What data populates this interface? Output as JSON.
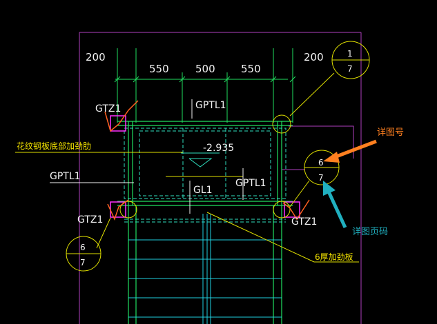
{
  "dimensions": {
    "left_offset": "200",
    "right_offset": "200",
    "seg_1": "550",
    "seg_2": "500",
    "seg_3": "550"
  },
  "labels": {
    "gtz1_top_left": "GTZ1",
    "gptl1_top": "GPTL1",
    "checker_plate_note": "花纹钢板底部加劲肋",
    "elevation": "-2.935",
    "gptl1_left": "GPTL1",
    "gl1": "GL1",
    "gptl1_right": "GPTL1",
    "gtz1_bottom_left": "GTZ1",
    "gtz1_bottom_right": "GTZ1",
    "stiffener_note": "6厚加劲板"
  },
  "callouts": {
    "top_right": {
      "num": "1",
      "page": "7"
    },
    "mid_right": {
      "num": "6",
      "page": "7"
    },
    "bottom_left": {
      "num": "6",
      "page": "7"
    }
  },
  "annotations": {
    "detail_no": "详图号",
    "detail_page": "详图页码"
  },
  "colors": {
    "background": "#000000",
    "magenta_outline": "#b040c0",
    "steel_green": "#20e060",
    "dashed_cyan": "#30e0c0",
    "yellow_leader": "#e0e000",
    "annotation_orange": "#ff8020",
    "annotation_teal": "#20b0c0",
    "column_marker": "#ff30ff"
  }
}
